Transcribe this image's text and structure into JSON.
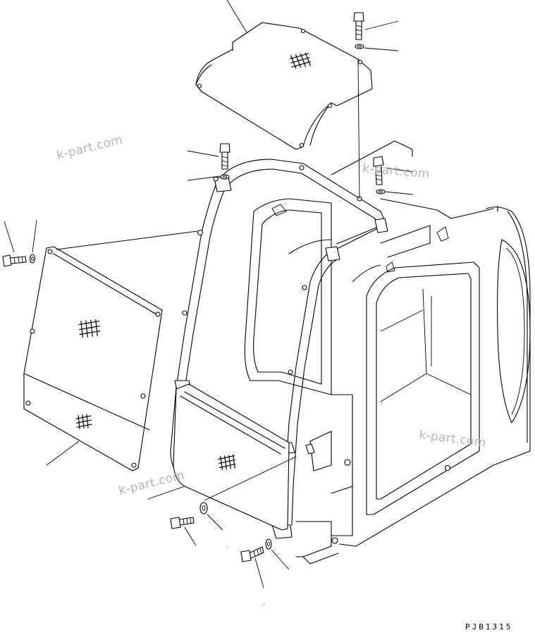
{
  "drawing": {
    "code": "PJB1315",
    "watermarks": [
      "k-part.com",
      "k-part.com",
      "k-part.com",
      "k-part.com"
    ]
  }
}
